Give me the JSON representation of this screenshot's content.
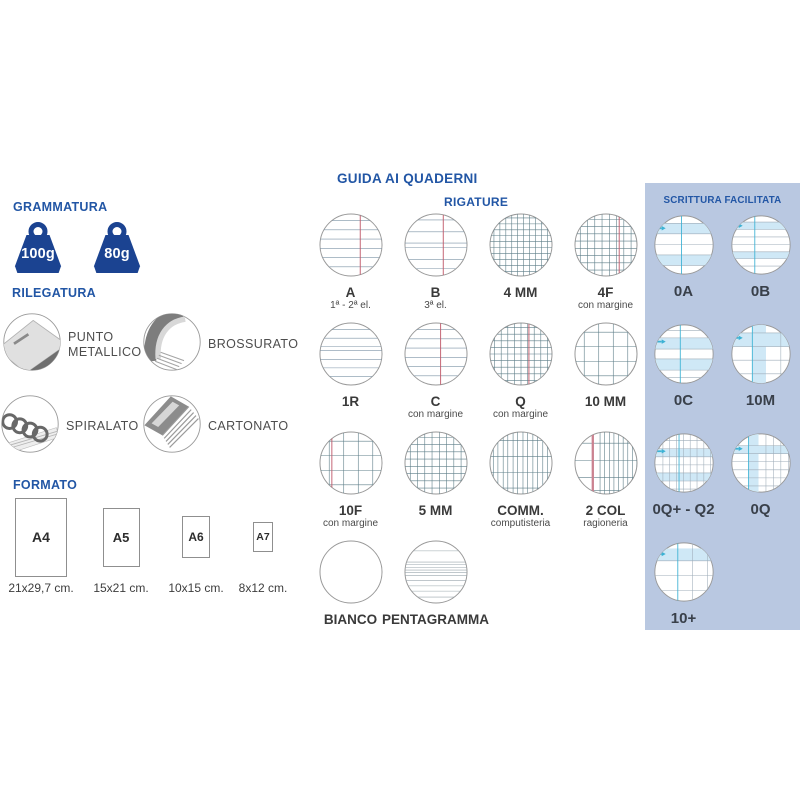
{
  "title": "GUIDA AI QUADERNI",
  "colors": {
    "heading_blue": "#2256a5",
    "weight_blue": "#1b4391",
    "panel_bg": "#b9c8e1",
    "circle_ring": "#999999",
    "ruled_line": "#7d93a6",
    "grid_line": "#5f7f89",
    "staff_line": "#9aa6ad",
    "margin_red": "#c05a6b",
    "margin_red_thick": "#cb8290",
    "facilitata_line": "#9fadb9",
    "facilitata_cyan": "#3db2d4",
    "facilitata_band": "#cfe8f6"
  },
  "grammatura": {
    "heading": "GRAMMATURA",
    "weights": [
      {
        "label": "100g",
        "icon": "weight-icon"
      },
      {
        "label": "80g",
        "icon": "weight-icon"
      }
    ]
  },
  "rilegatura": {
    "heading": "RILEGATURA",
    "items": [
      {
        "label": "PUNTO METALLICO",
        "icon": "staple-binding-icon"
      },
      {
        "label": "BROSSURATO",
        "icon": "glued-binding-icon"
      },
      {
        "label": "SPIRALATO",
        "icon": "spiral-binding-icon"
      },
      {
        "label": "CARTONATO",
        "icon": "hardcover-binding-icon"
      }
    ]
  },
  "formato": {
    "heading": "FORMATO",
    "items": [
      {
        "label": "A4",
        "size": "21x29,7 cm."
      },
      {
        "label": "A5",
        "size": "15x21 cm."
      },
      {
        "label": "A6",
        "size": "10x15 cm."
      },
      {
        "label": "A7",
        "size": "8x12 cm."
      }
    ]
  },
  "rigature": {
    "heading": "RIGATURE",
    "items": [
      {
        "label": "A",
        "sublabel": "1ª - 2ª el.",
        "pattern": {
          "h": [
            13,
            27,
            41,
            55,
            69,
            83
          ],
          "r": [
            64
          ]
        }
      },
      {
        "label": "B",
        "sublabel": "3ª el.",
        "pattern": {
          "h": [
            12,
            30,
            47,
            54,
            72,
            86
          ],
          "r": [
            61
          ]
        }
      },
      {
        "label": "4 MM",
        "sublabel": "",
        "pattern": {
          "h": [
            9,
            18,
            27,
            36,
            45,
            54,
            63,
            72,
            81,
            90
          ],
          "v": [
            9,
            18,
            27,
            36,
            45,
            54,
            63,
            72,
            81,
            90
          ],
          "lc": "grid_line"
        }
      },
      {
        "label": "4F",
        "sublabel": "con margine",
        "pattern": {
          "h": [
            11,
            22,
            33,
            44,
            55,
            66,
            77,
            88
          ],
          "v": [
            11,
            22,
            33,
            44,
            55,
            66,
            77,
            88
          ],
          "r": [
            70
          ],
          "lc": "grid_line"
        }
      },
      {
        "label": "1R",
        "sublabel": "",
        "pattern": {
          "h": [
            13,
            26,
            39,
            45,
            58,
            71,
            84
          ]
        }
      },
      {
        "label": "C",
        "sublabel": "con margine",
        "pattern": {
          "h": [
            13,
            27,
            41,
            55,
            69,
            83
          ],
          "r": [
            57
          ]
        }
      },
      {
        "label": "Q",
        "sublabel": "con margine",
        "pattern": {
          "h": [
            10,
            20,
            30,
            40,
            50,
            60,
            70,
            80,
            90
          ],
          "v": [
            10,
            20,
            30,
            40,
            50,
            60,
            70,
            80,
            90
          ],
          "r": [
            62
          ],
          "lc": "grid_line"
        }
      },
      {
        "label": "10 MM",
        "sublabel": "",
        "pattern": {
          "h": [
            17,
            39,
            61,
            83
          ],
          "v": [
            17,
            39,
            61,
            83
          ],
          "lc": "grid_line"
        }
      },
      {
        "label": "10F",
        "sublabel": "con margine",
        "pattern": {
          "h": [
            17,
            39,
            61,
            83
          ],
          "v": [
            17,
            39,
            61,
            83
          ],
          "r": [
            21
          ],
          "lc": "grid_line"
        }
      },
      {
        "label": "5 MM",
        "sublabel": "",
        "pattern": {
          "h": [
            11,
            22,
            33,
            44,
            55,
            66,
            77,
            88
          ],
          "v": [
            11,
            22,
            33,
            44,
            55,
            66,
            77,
            88
          ],
          "lc": "grid_line"
        }
      },
      {
        "label": "COMM.",
        "sublabel": "computisteria",
        "pattern": {
          "h": [
            16,
            40,
            64,
            88
          ],
          "v": [
            8,
            15,
            23,
            30,
            38,
            45,
            53,
            60,
            68,
            75,
            83,
            90
          ],
          "lc": "grid_line"
        }
      },
      {
        "label": "2 COL",
        "sublabel": "ragioneria",
        "pattern": {
          "h": [
            20,
            46,
            72,
            92
          ],
          "v": [
            41,
            48,
            55,
            62,
            69,
            76,
            83,
            90,
            97
          ],
          "rt": [
            30
          ],
          "lc": "grid_line"
        }
      },
      {
        "label": "BIANCO",
        "sublabel": "",
        "pattern": {}
      },
      {
        "label": "PENTAGRAMMA",
        "sublabel": "",
        "pattern": {
          "h": [
            18,
            35,
            39,
            43,
            47,
            51,
            55,
            63,
            71,
            79,
            88
          ],
          "lc": "staff_line"
        }
      }
    ]
  },
  "scrittura": {
    "heading": "SCRITTURA FACILITATA",
    "items": [
      {
        "label": "0A",
        "pattern": {
          "h": [
            15,
            32,
            49,
            66,
            83
          ],
          "hb": [
            [
              15,
              32
            ],
            [
              66,
              83
            ]
          ],
          "cv": [
            46
          ],
          "a": 23,
          "lc": "facilitata_line"
        }
      },
      {
        "label": "0B",
        "pattern": {
          "h": [
            13,
            25,
            37,
            49,
            61,
            72,
            84
          ],
          "hb": [
            [
              13,
              25
            ],
            [
              61,
              72
            ]
          ],
          "cv": [
            40
          ],
          "a": 19,
          "lc": "facilitata_line"
        }
      },
      {
        "label": "0C",
        "pattern": {
          "h": [
            12,
            24,
            42,
            58,
            76,
            88
          ],
          "hb": [
            [
              24,
              42
            ],
            [
              58,
              76
            ]
          ],
          "cv": [
            44
          ],
          "a": 30,
          "lc": "facilitata_line"
        }
      },
      {
        "label": "10M",
        "pattern": {
          "h": [
            16,
            38,
            60,
            82
          ],
          "v": [
            82
          ],
          "hb": [
            [
              16,
              38
            ]
          ],
          "vb": [
            [
              36,
              58
            ]
          ],
          "cv": [
            36
          ],
          "a": 24,
          "lc": "facilitata_line"
        }
      },
      {
        "label": "0Q+ - Q2",
        "pattern": {
          "h": [
            14,
            27,
            40,
            53,
            66,
            79,
            92
          ],
          "v": [
            16,
            27,
            38,
            49,
            60,
            71,
            82,
            93
          ],
          "hb": [
            [
              27,
              40
            ],
            [
              66,
              79
            ]
          ],
          "cv": [
            42
          ],
          "a": 31,
          "lc": "facilitata_line"
        }
      },
      {
        "label": "0Q",
        "pattern": {
          "h": [
            22,
            35,
            48,
            61,
            74,
            87
          ],
          "v": [
            58,
            70,
            82,
            94
          ],
          "hb": [
            [
              22,
              35
            ]
          ],
          "vb": [
            [
              30,
              46
            ]
          ],
          "cv": [
            30
          ],
          "a": 27,
          "lc": "facilitata_line"
        }
      },
      {
        "label": "10+",
        "pattern": {
          "h": [
            32,
            56,
            80
          ],
          "v": [
            64,
            88
          ],
          "hb": [
            [
              12,
              32
            ]
          ],
          "cv": [
            40
          ],
          "a": 21,
          "lc": "facilitata_line"
        }
      }
    ]
  }
}
